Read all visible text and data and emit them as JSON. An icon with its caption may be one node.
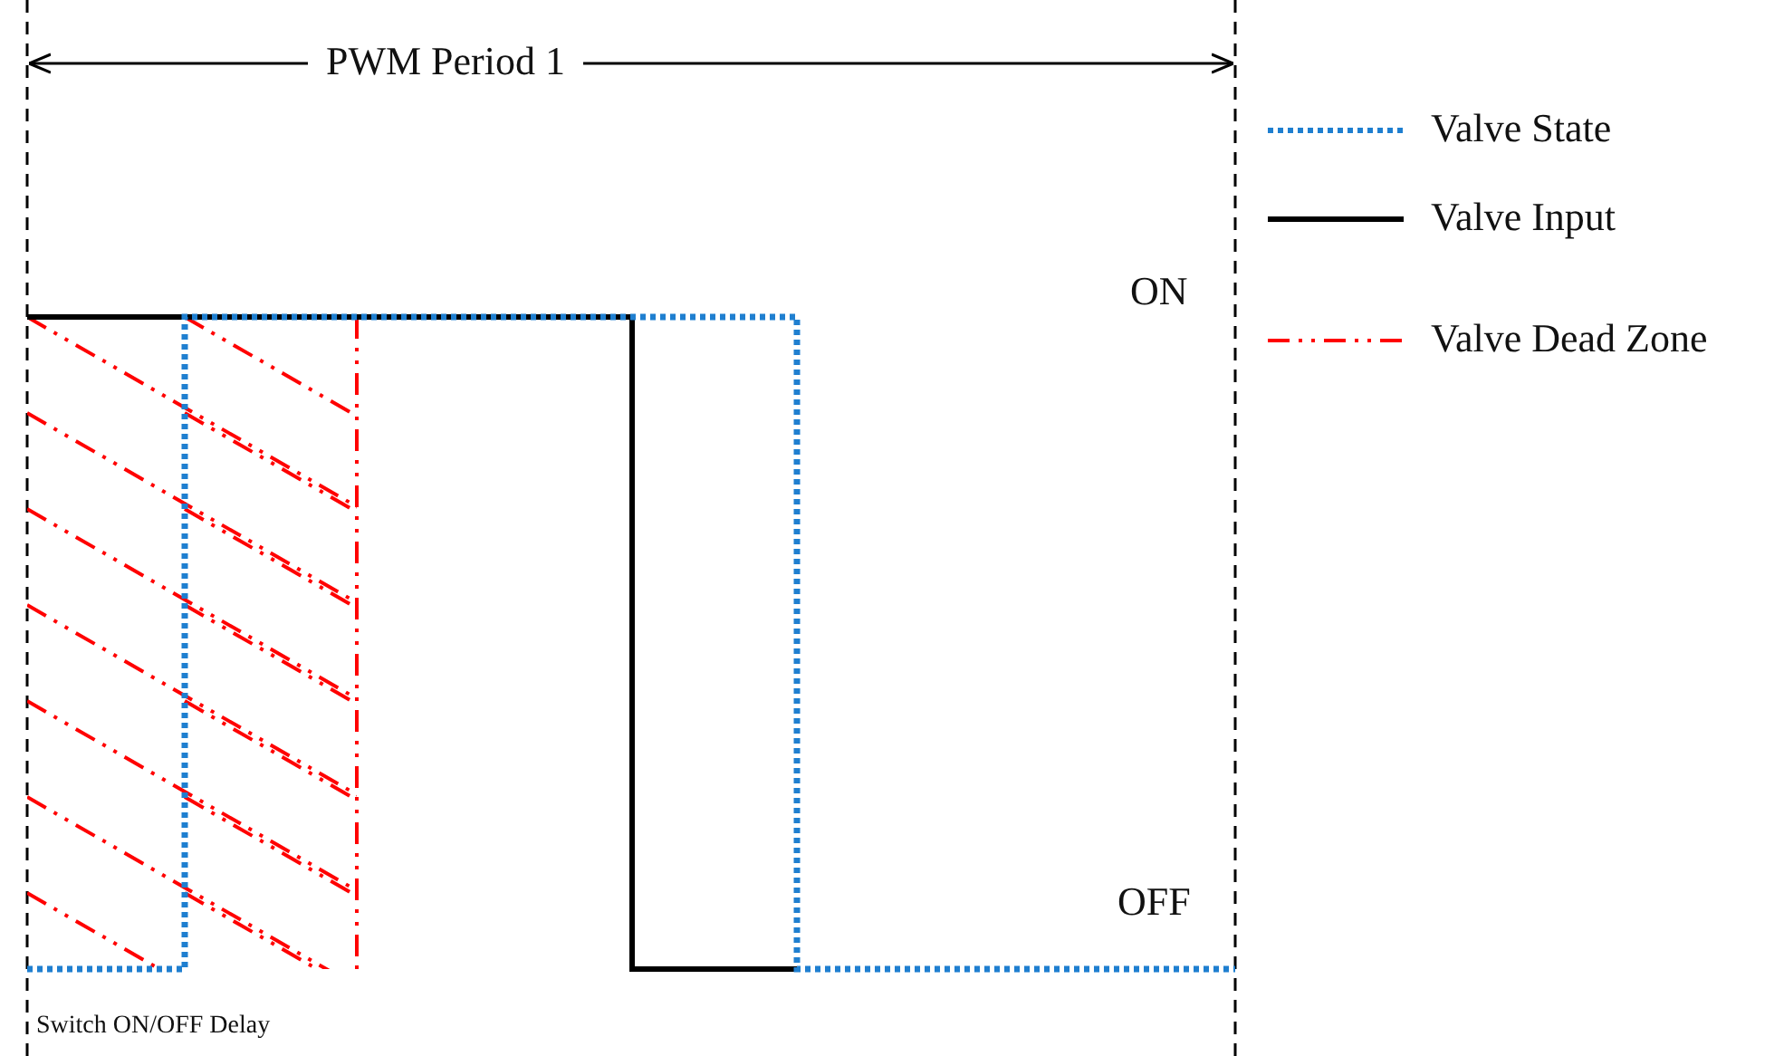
{
  "diagram": {
    "labels": [
      "PWM Period 1",
      "ON",
      "OFF",
      "Switch ON/OFF Delay"
    ],
    "legend": [
      {
        "text": "Valve State"
      },
      {
        "text": "Valve Input"
      },
      {
        "text": "Valve Dead Zone"
      }
    ]
  }
}
